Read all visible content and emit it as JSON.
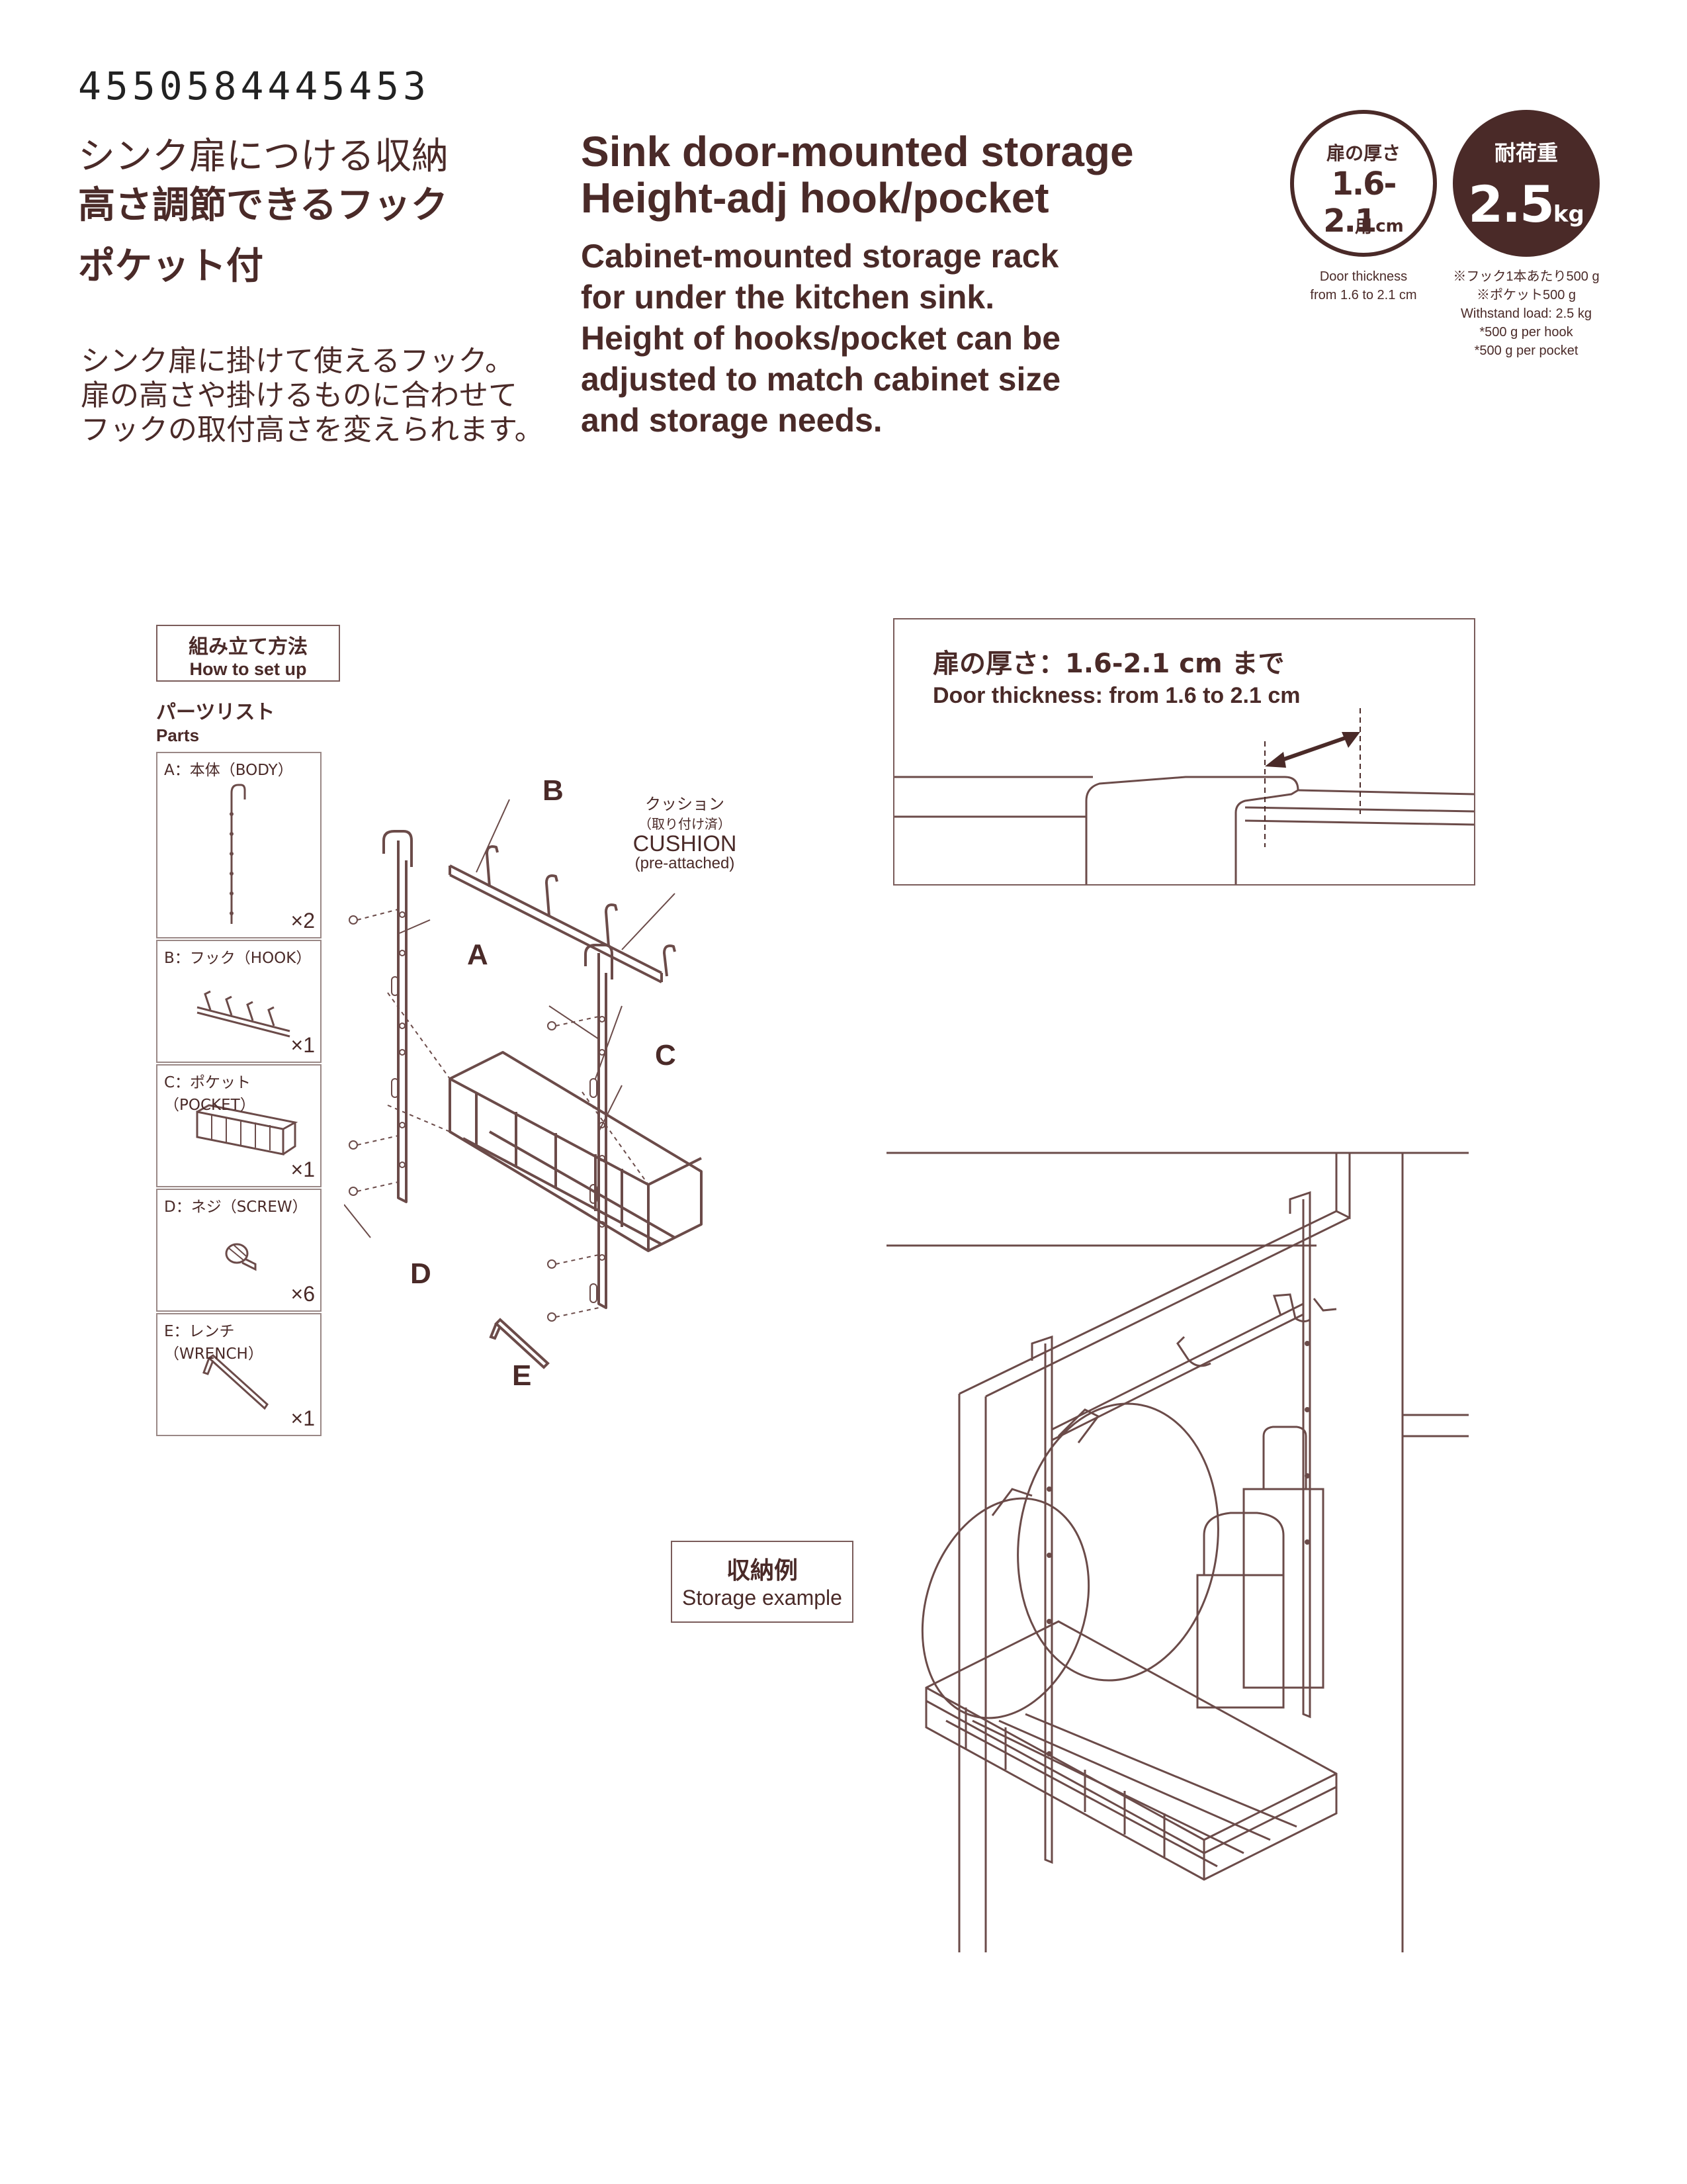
{
  "header": {
    "jan_code": "4550584445453",
    "jp_title_line1": "シンク扉につける収納",
    "jp_title_line2": "高さ調節できるフック",
    "jp_title_line3": "ポケット付",
    "jp_desc_line1": "シンク扉に掛けて使えるフック。",
    "jp_desc_line2": "扉の高さや掛けるものに合わせて",
    "jp_desc_line3": "フックの取付高さを変えられます。",
    "en_title_line1": "Sink door-mounted storage",
    "en_title_line2": "Height-adj hook/pocket",
    "en_desc_line1": "Cabinet-mounted storage rack",
    "en_desc_line2": "for under the kitchen sink.",
    "en_desc_line3": "Height of hooks/pocket can be",
    "en_desc_line4": "adjusted to match cabinet size",
    "en_desc_line5": "and storage needs."
  },
  "badges": {
    "door": {
      "top": "扉の厚さ",
      "value": "1.6-2.1",
      "unit": "cm",
      "bottom": "用",
      "note_line1": "Door thickness",
      "note_line2": "from 1.6 to 2.1 cm"
    },
    "load": {
      "top": "耐荷重",
      "value": "2.5",
      "unit": "kg",
      "note_line1": "※フック1本あたり500 g",
      "note_line2": "※ポケット500 g",
      "note_line3": "Withstand load: 2.5 kg",
      "note_line4": "*500 g per hook",
      "note_line5": "*500 g per pocket"
    }
  },
  "setup": {
    "jp": "組み立て方法",
    "en": "How to set up",
    "parts_jp": "パーツリスト",
    "parts_en": "Parts",
    "parts": [
      {
        "label": "A：本体（BODY）",
        "count": "×2"
      },
      {
        "label": "B：フック（HOOK）",
        "count": "×1"
      },
      {
        "label": "C：ポケット（POCKET）",
        "count": "×1"
      },
      {
        "label": "D：ネジ（SCREW）",
        "count": "×6"
      },
      {
        "label": "E：レンチ（WRENCH）",
        "count": "×1"
      }
    ],
    "callouts": {
      "a": "A",
      "b": "B",
      "c": "C",
      "d": "D",
      "e": "E"
    },
    "cushion_jp": "クッション",
    "cushion_jp_sub": "（取り付け済）",
    "cushion_en": "CUSHION",
    "cushion_en_sub": "(pre-attached)"
  },
  "door_detail": {
    "title": "扉の厚さ：1.6-2.1 cm まで",
    "subtitle": "Door thickness: from 1.6 to 2.1 cm"
  },
  "example": {
    "jp": "収納例",
    "en": "Storage example"
  },
  "colors": {
    "ink": "#4a2a28",
    "line": "#6b4b49",
    "frame": "#9a8886"
  }
}
